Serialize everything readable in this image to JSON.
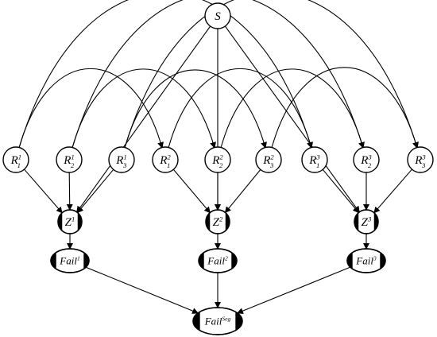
{
  "source": {
    "base": "S",
    "sup": "",
    "sub": ""
  },
  "reliability_nodes": [
    {
      "id": "R11",
      "base": "R",
      "sup": "1",
      "sub": "1"
    },
    {
      "id": "R12",
      "base": "R",
      "sup": "1",
      "sub": "2"
    },
    {
      "id": "R13",
      "base": "R",
      "sup": "1",
      "sub": "3"
    },
    {
      "id": "R21",
      "base": "R",
      "sup": "2",
      "sub": "1"
    },
    {
      "id": "R22",
      "base": "R",
      "sup": "2",
      "sub": "2"
    },
    {
      "id": "R23",
      "base": "R",
      "sup": "2",
      "sub": "3"
    },
    {
      "id": "R31",
      "base": "R",
      "sup": "3",
      "sub": "1"
    },
    {
      "id": "R32",
      "base": "R",
      "sup": "3",
      "sub": "2"
    },
    {
      "id": "R33",
      "base": "R",
      "sup": "3",
      "sub": "3"
    }
  ],
  "z_nodes": [
    {
      "id": "Z1",
      "base": "Z",
      "sup": "1",
      "sub": ""
    },
    {
      "id": "Z2",
      "base": "Z",
      "sup": "2",
      "sub": ""
    },
    {
      "id": "Z3",
      "base": "Z",
      "sup": "3",
      "sub": ""
    }
  ],
  "fail_nodes": [
    {
      "id": "F1",
      "base": "Fail",
      "sup": "1",
      "sub": ""
    },
    {
      "id": "F2",
      "base": "Fail",
      "sup": "2",
      "sub": ""
    },
    {
      "id": "F3",
      "base": "Fail",
      "sup": "3",
      "sub": ""
    }
  ],
  "segment_fail": {
    "id": "FSeg",
    "base": "Fail",
    "sup": "Seg",
    "sub": ""
  },
  "edges": [
    [
      "S",
      "Z1"
    ],
    [
      "S",
      "Z2"
    ],
    [
      "S",
      "Z3"
    ],
    [
      "R11",
      "Z1"
    ],
    [
      "R12",
      "Z1"
    ],
    [
      "R13",
      "Z1"
    ],
    [
      "R21",
      "Z2"
    ],
    [
      "R22",
      "Z2"
    ],
    [
      "R23",
      "Z2"
    ],
    [
      "R31",
      "Z3"
    ],
    [
      "R32",
      "Z3"
    ],
    [
      "R33",
      "Z3"
    ],
    [
      "R11",
      "R21"
    ],
    [
      "R11",
      "R31"
    ],
    [
      "R12",
      "R22"
    ],
    [
      "R12",
      "R32"
    ],
    [
      "R13",
      "R23"
    ],
    [
      "R13",
      "R33"
    ],
    [
      "R21",
      "R31"
    ],
    [
      "R22",
      "R32"
    ],
    [
      "R23",
      "R33"
    ],
    [
      "Z1",
      "F1"
    ],
    [
      "Z2",
      "F2"
    ],
    [
      "Z3",
      "F3"
    ],
    [
      "F1",
      "FSeg"
    ],
    [
      "F2",
      "FSeg"
    ],
    [
      "F3",
      "FSeg"
    ]
  ]
}
